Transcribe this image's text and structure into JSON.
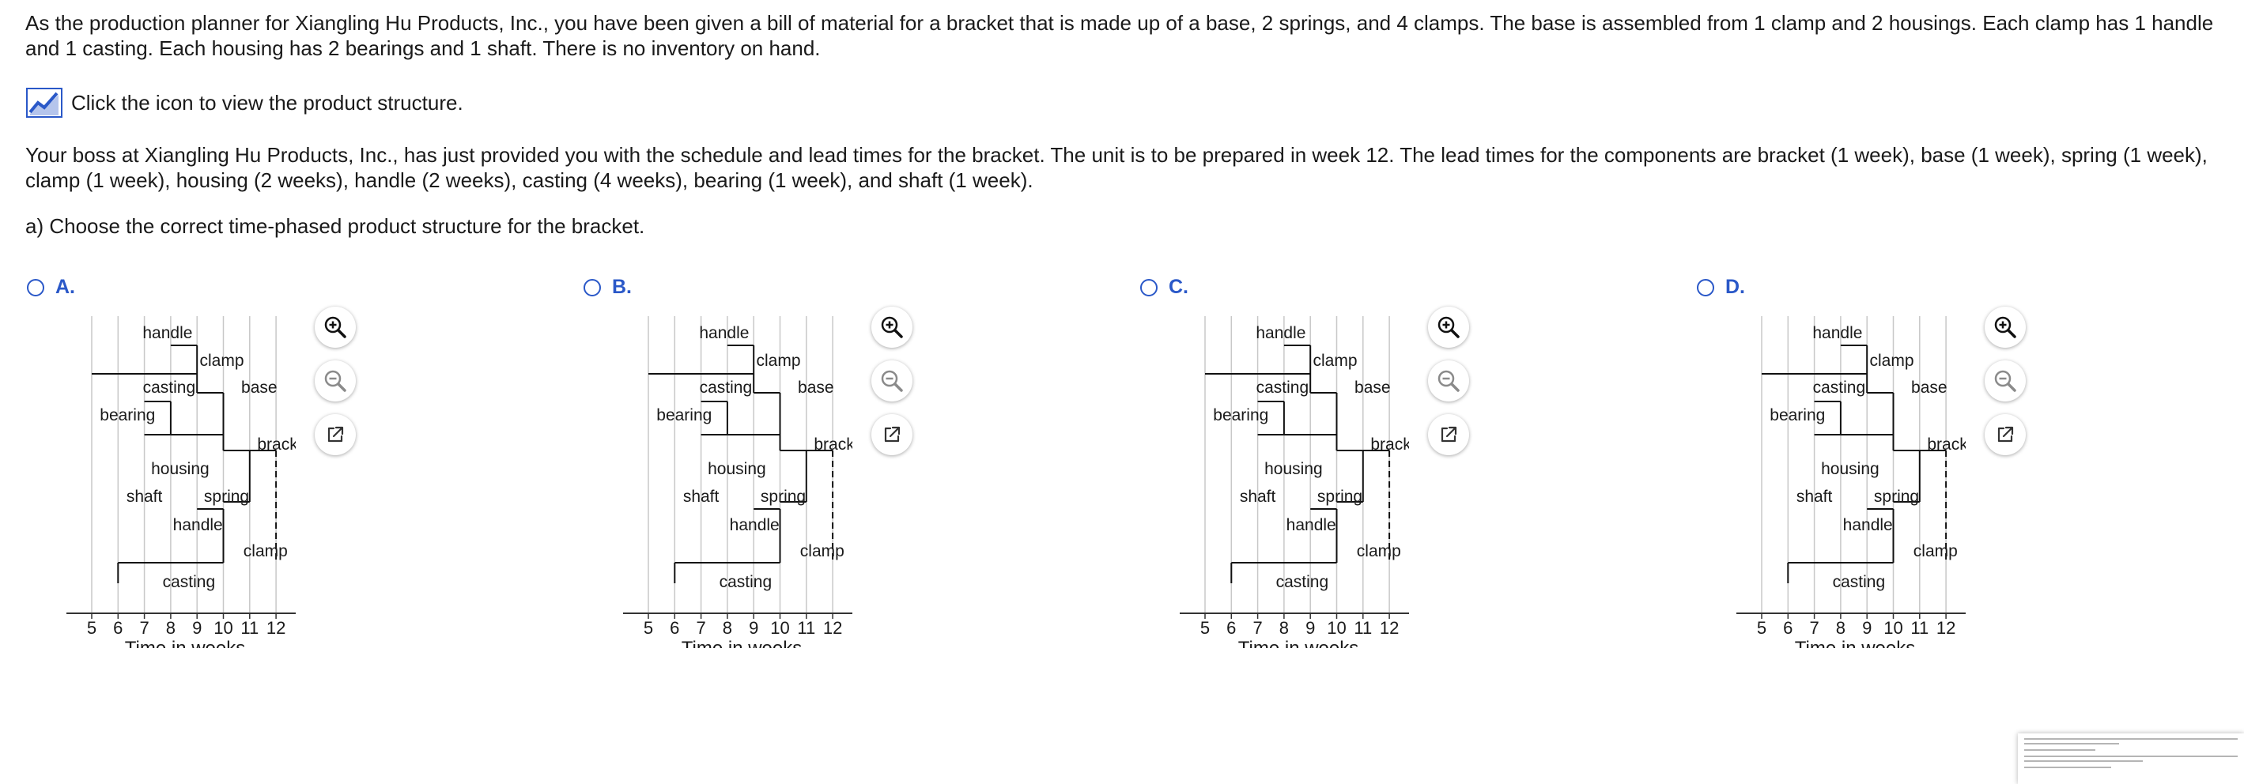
{
  "question": {
    "paragraph1": "As the production planner for Xiangling Hu Products, Inc., you have been given a bill of material for a bracket that is made up of a base, 2 springs, and 4 clamps. The base is assembled from 1 clamp and 2 housings. Each clamp has 1 handle and 1 casting. Each housing has 2 bearings and 1 shaft. There is no inventory on hand.",
    "icon_text": "Click the icon to view the product structure.",
    "paragraph2": "Your boss at Xiangling Hu Products, Inc., has just provided you with the schedule and lead times for the bracket. The unit is to be prepared in week 12. The lead times for the components are bracket (1 week), base (1 week), spring (1 week), clamp (1 week), housing (2 weeks), handle (2 weeks), casting (4 weeks), bearing (1 week), and shaft (1 week).",
    "part_a": "a) Choose the correct time-phased product structure for the bracket."
  },
  "options": [
    {
      "label": "A."
    },
    {
      "label": "B."
    },
    {
      "label": "C."
    },
    {
      "label": "D."
    }
  ],
  "diagram": {
    "labels": {
      "handle": "handle",
      "clamp": "clamp",
      "casting": "casting",
      "base": "base",
      "bearing": "bearing",
      "bracket": "bracket",
      "housing": "housing",
      "shaft": "shaft",
      "spring": "spring"
    },
    "ticks": [
      "5",
      "6",
      "7",
      "8",
      "9",
      "10",
      "11",
      "12"
    ],
    "xlabel": "Time in weeks"
  },
  "tools": {
    "zoom_in": "zoom-in-icon",
    "zoom_out": "zoom-out-icon",
    "popout": "external-link-icon"
  },
  "colors": {
    "accent": "#2a58c8",
    "gridline": "#c8c8c8",
    "icon_grey": "#8a8a8a"
  }
}
